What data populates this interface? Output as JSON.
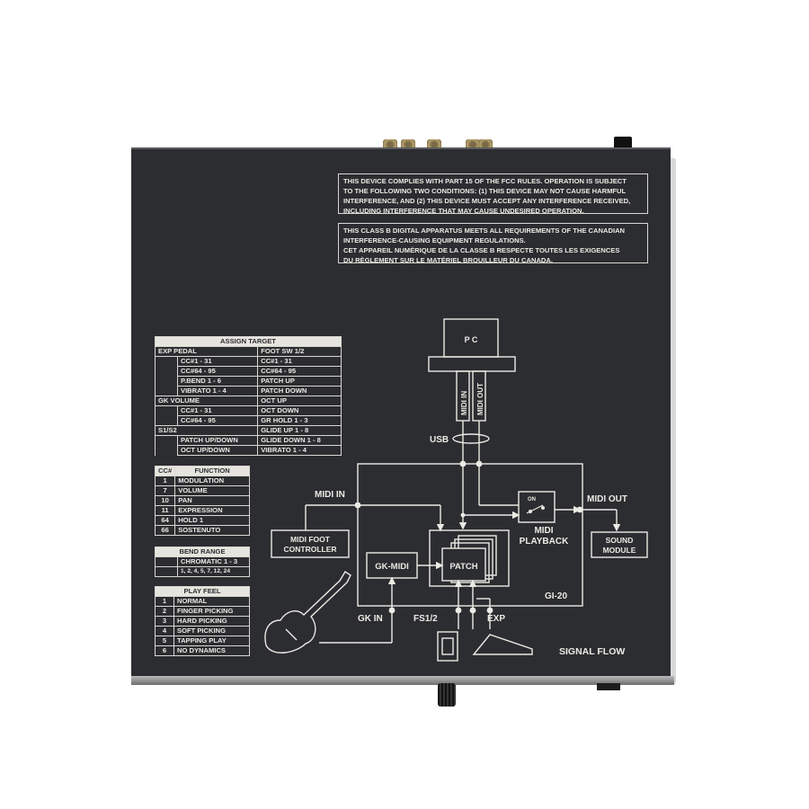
{
  "fcc": {
    "notice1": [
      "THIS DEVICE COMPLIES WITH PART 15 OF THE FCC RULES. OPERATION IS SUBJECT",
      "TO THE FOLLOWING TWO CONDITIONS: (1) THIS DEVICE MAY NOT CAUSE HARMFUL",
      "INTERFERENCE, AND (2) THIS DEVICE MUST ACCEPT ANY INTERFERENCE RECEIVED,",
      "INCLUDING INTERFERENCE THAT MAY CAUSE UNDESIRED OPERATION."
    ],
    "notice2": [
      "THIS CLASS B DIGITAL APPARATUS MEETS ALL REQUIREMENTS OF THE CANADIAN",
      "INTERFERENCE-CAUSING EQUIPMENT REGULATIONS.",
      "CET APPAREIL NUMÉRIQUE DE LA CLASSE B RESPECTE TOUTES LES EXIGENCES",
      "DU RÈGLEMENT SUR LE MATÉRIEL BROUILLEUR DU CANADA."
    ]
  },
  "assign_target": {
    "header": "ASSIGN TARGET",
    "left": {
      "exp_pedal": "EXP PEDAL",
      "exp_items": [
        "CC#1 - 31",
        "CC#64 - 95",
        "P.BEND 1 - 6",
        "VIBRATO 1 - 4"
      ],
      "gk_volume": "GK VOLUME",
      "gk_items": [
        "CC#1 - 31",
        "CC#64 - 95"
      ],
      "s1s2": "S1/S2",
      "s_items": [
        "PATCH UP/DOWN",
        "OCT UP/DOWN"
      ]
    },
    "right": {
      "header": "FOOT SW 1/2",
      "items": [
        "CC#1 - 31",
        "CC#64 - 95",
        "PATCH UP",
        "PATCH DOWN",
        "OCT UP",
        "OCT DOWN",
        "GR HOLD 1 - 3",
        "GLIDE UP 1 - 8",
        "GLIDE DOWN 1 - 8",
        "VIBRATO 1 - 4"
      ]
    }
  },
  "cc_table": {
    "col1": "CC#",
    "col2": "FUNCTION",
    "rows": [
      {
        "num": "1",
        "func": "MODULATION"
      },
      {
        "num": "7",
        "func": "VOLUME"
      },
      {
        "num": "10",
        "func": "PAN"
      },
      {
        "num": "11",
        "func": "EXPRESSION"
      },
      {
        "num": "64",
        "func": "HOLD 1"
      },
      {
        "num": "66",
        "func": "SOSTENUTO"
      }
    ]
  },
  "bend_range": {
    "header": "BEND RANGE",
    "rows": [
      "CHROMATIC 1 - 3",
      "1, 2, 4, 5, 7, 12, 24"
    ]
  },
  "play_feel": {
    "header": "PLAY FEEL",
    "rows": [
      {
        "num": "1",
        "label": "NORMAL"
      },
      {
        "num": "2",
        "label": "FINGER PICKING"
      },
      {
        "num": "3",
        "label": "HARD PICKING"
      },
      {
        "num": "4",
        "label": "SOFT PICKING"
      },
      {
        "num": "5",
        "label": "TAPPING PLAY"
      },
      {
        "num": "6",
        "label": "NO DYNAMICS"
      }
    ]
  },
  "diagram": {
    "pc": "P C",
    "midi_in_vertical": "MIDI IN",
    "midi_out_vertical": "MIDI OUT",
    "usb": "USB",
    "midi_in": "MIDI IN",
    "midi_out": "MIDI OUT",
    "on": "ON",
    "midi_playback": [
      "MIDI",
      "PLAYBACK"
    ],
    "midi_foot_controller": [
      "MIDI FOOT",
      "CONTROLLER"
    ],
    "sound_module": [
      "SOUND",
      "MODULE"
    ],
    "gk_midi": "GK-MIDI",
    "patch": "PATCH",
    "gi20": "GI-20",
    "gk_in": "GK IN",
    "fs": "FS1/2",
    "exp": "EXP",
    "signal_flow": "SIGNAL FLOW"
  },
  "colors": {
    "panel": "#2c2d31",
    "print": "#eceae4"
  }
}
